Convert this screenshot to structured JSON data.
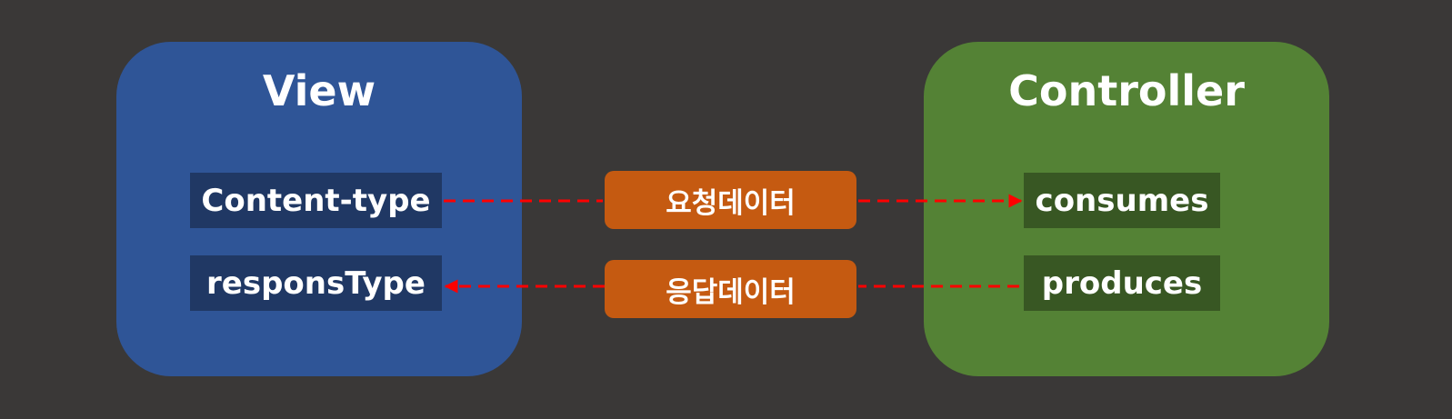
{
  "view": {
    "title": "View",
    "fields": [
      "Content-type",
      "responsType"
    ]
  },
  "controller": {
    "title": "Controller",
    "fields": [
      "consumes",
      "produces"
    ]
  },
  "flows": [
    {
      "label": "요청데이터",
      "direction": "view-to-controller"
    },
    {
      "label": "응답데이터",
      "direction": "controller-to-view"
    }
  ],
  "colors": {
    "background": "#3a3837",
    "view_panel": "#2f5597",
    "view_field": "#203864",
    "controller_panel": "#548235",
    "controller_field": "#385723",
    "flow_label": "#c55a11",
    "arrow": "#ff0000"
  }
}
